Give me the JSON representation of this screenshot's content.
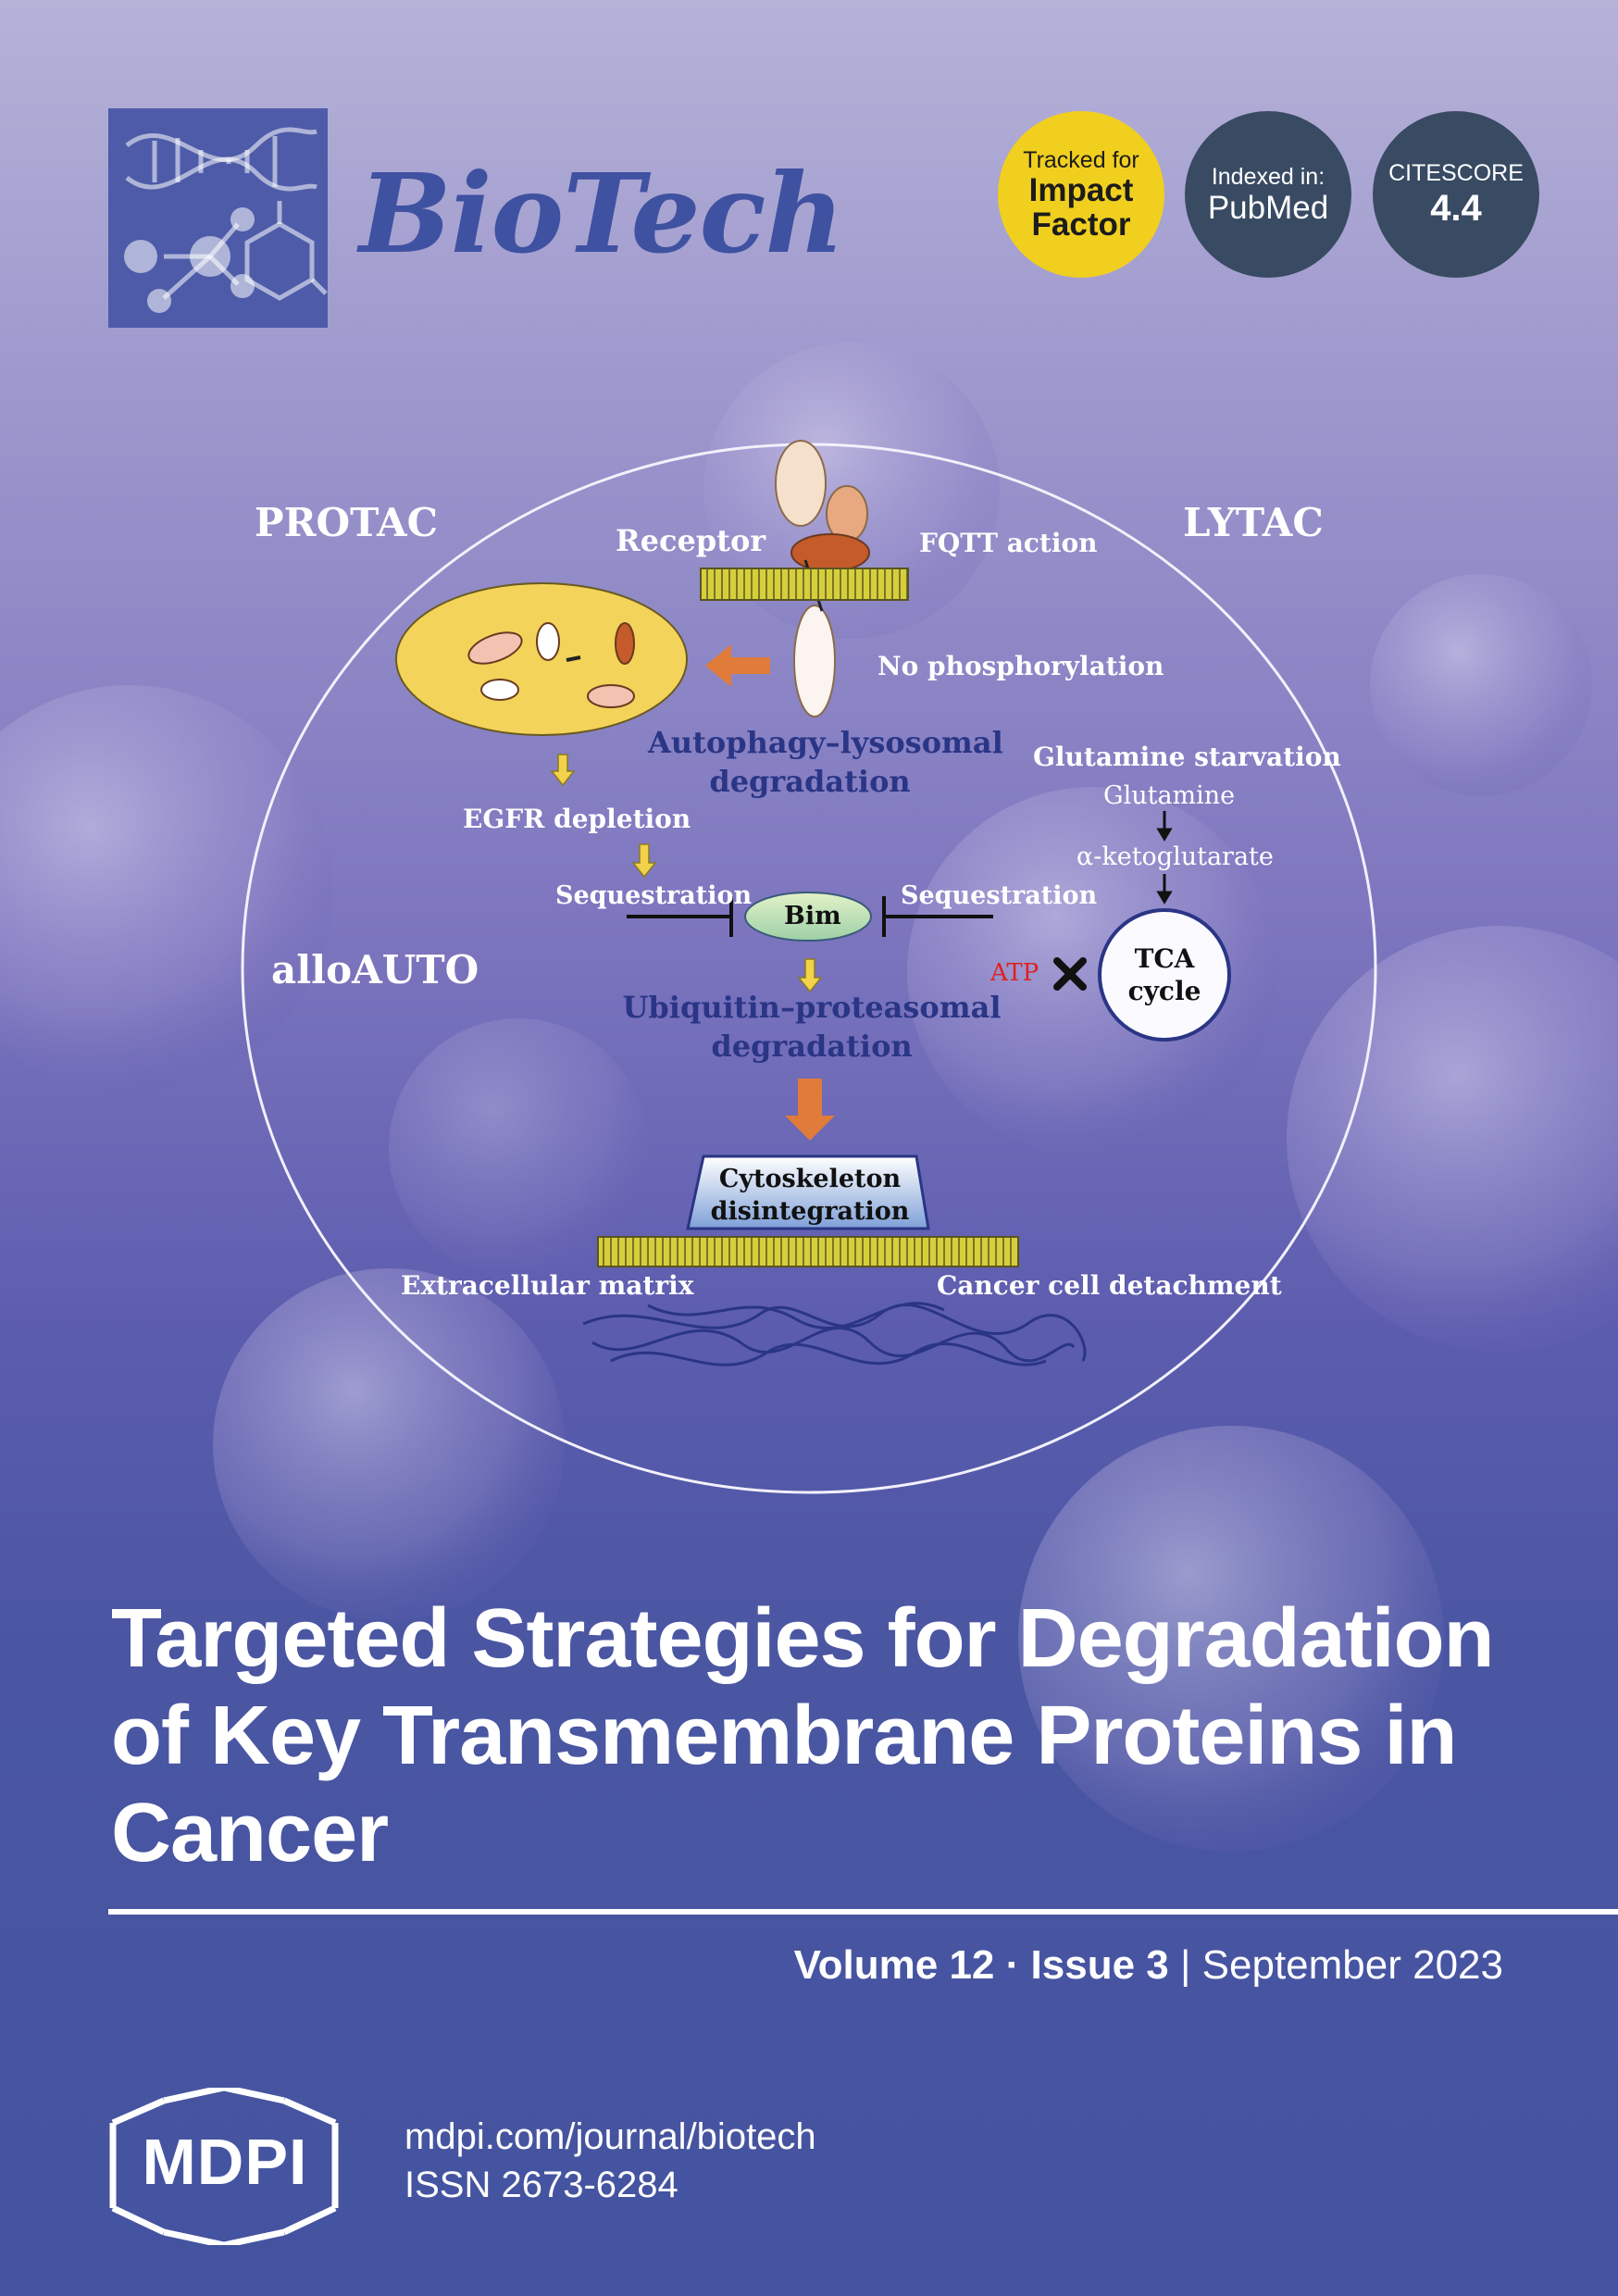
{
  "journal": {
    "name": "BioTech"
  },
  "badges": {
    "impact": {
      "line1": "Tracked for",
      "line2": "Impact",
      "line3": "Factor"
    },
    "pubmed": {
      "line1": "Indexed in:",
      "line2": "PubMed"
    },
    "citescore": {
      "line1": "CITESCORE",
      "value": "4.4"
    }
  },
  "diagram": {
    "corner_labels": {
      "protac": "PROTAC",
      "lytac": "LYTAC",
      "alloauto": "alloAUTO"
    },
    "labels": {
      "receptor": "Receptor",
      "fqtt_action": "FQTT action",
      "no_phosphorylation": "No phosphorylation",
      "autophagy_1": "Autophagy–lysosomal",
      "autophagy_2": "degradation",
      "glutamine_starvation": "Glutamine starvation",
      "glutamine": "Glutamine",
      "alpha_ketoglutarate": "α-ketoglutarate",
      "egfr_depletion": "EGFR depletion",
      "sequestration_left": "Sequestration",
      "sequestration_right": "Sequestration",
      "bim": "Bim",
      "atp": "ATP",
      "tca_1": "TCA",
      "tca_2": "cycle",
      "ubiquitin_1": "Ubiquitin–proteasomal",
      "ubiquitin_2": "degradation",
      "cytoskeleton_1": "Cytoskeleton",
      "cytoskeleton_2": "disintegration",
      "extracellular_matrix": "Extracellular matrix",
      "cancer_cell_detachment": "Cancer cell detachment"
    },
    "colors": {
      "membrane": "#d6cf3c",
      "arrow_orange": "#e07b3a",
      "label_navy": "#2a3585",
      "lysosome": "#f3d35a"
    }
  },
  "cover": {
    "title_line1": "Targeted Strategies for Degradation",
    "title_line2": "of Key Transmembrane Proteins in",
    "title_line3": "Cancer",
    "volume": "Volume 12",
    "separator": "·",
    "issue": "Issue 3",
    "bar": "|",
    "date": "September 2023"
  },
  "footer": {
    "publisher": "MDPI",
    "url": "mdpi.com/journal/biotech",
    "issn": "ISSN 2673-6284"
  }
}
